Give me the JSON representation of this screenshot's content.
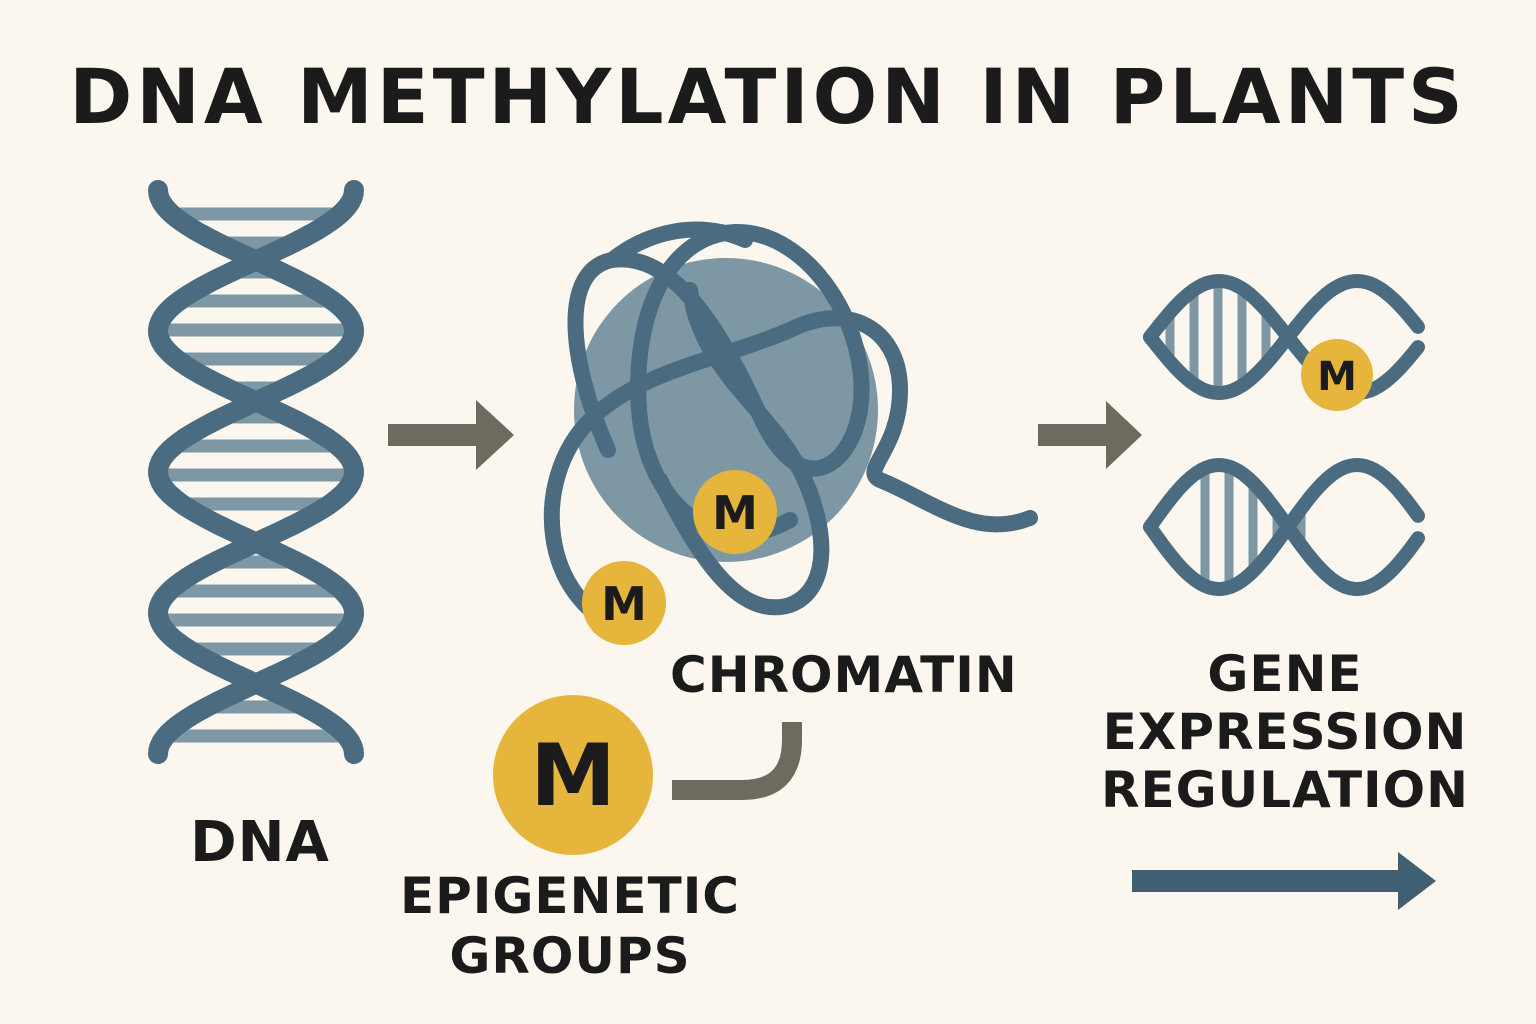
{
  "title": "DNA METHYLATION IN PLANTS",
  "labels": {
    "dna": "DNA",
    "chromatin": "CHROMATIN",
    "gene_expression": [
      "GENE",
      "EXPRESSION",
      "REGULATION"
    ],
    "epigenetic_groups": [
      "EPIGENETIC",
      "GROUPS"
    ]
  },
  "methyl_marker": "M",
  "colors": {
    "background": "#fbf7ee",
    "dna_strand": "#4a6b80",
    "histone": "#7d97a5",
    "methyl_group": "#e5b53c",
    "process_arrow": "#6e6a60",
    "output_arrow": "#3f5f73",
    "text": "#1b1b1b"
  },
  "icons": [
    "dna-helix-icon",
    "chromatin-icon",
    "methyl-group-icon",
    "gene-expression-icon",
    "arrow-right-icon"
  ]
}
